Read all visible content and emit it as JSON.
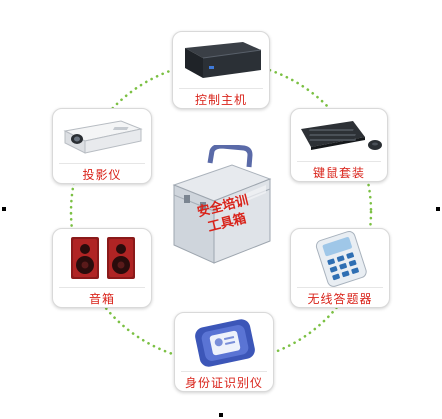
{
  "center": {
    "title_line1": "安全培训",
    "title_line2": "工具箱"
  },
  "items": [
    {
      "label": "控制主机",
      "icon": "control-host-icon"
    },
    {
      "label": "键鼠套装",
      "icon": "keyboard-mouse-icon"
    },
    {
      "label": "无线答题器",
      "icon": "wireless-clicker-icon"
    },
    {
      "label": "身份证识别仪",
      "icon": "id-card-reader-icon"
    },
    {
      "label": "音箱",
      "icon": "speakers-icon"
    },
    {
      "label": "投影仪",
      "icon": "projector-icon"
    }
  ],
  "colors": {
    "label": "#d9231a",
    "ring_dots": "#7bc043",
    "card_border": "#d9d9d9"
  }
}
